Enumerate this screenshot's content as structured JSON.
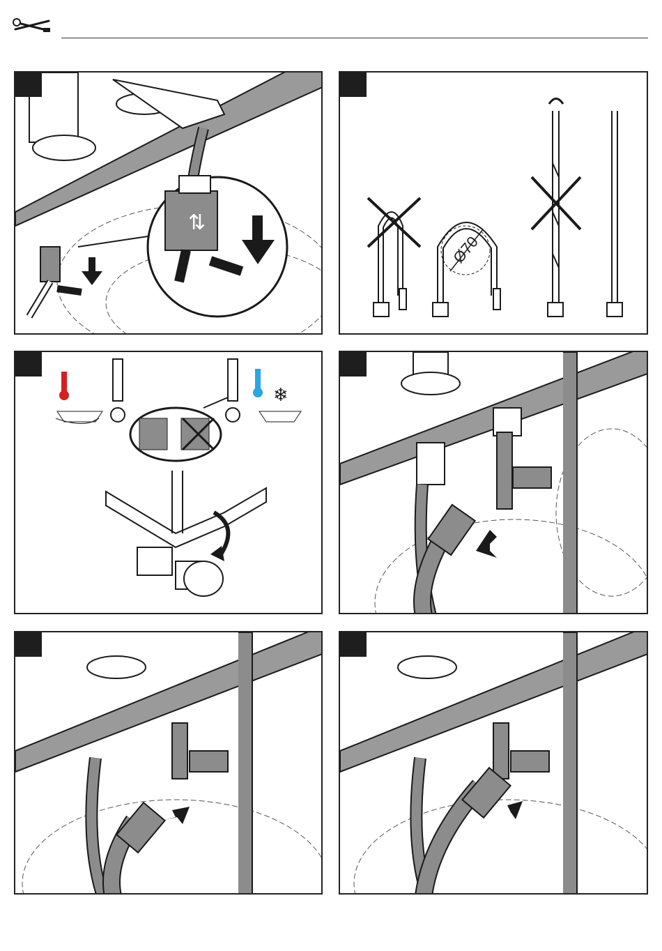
{
  "header": {
    "icon": "wrench-screwdriver-icon"
  },
  "steps": [
    {
      "id": 1,
      "label": ""
    },
    {
      "id": 2,
      "label": "",
      "dimension": "Ø70"
    },
    {
      "id": 3,
      "label": ""
    },
    {
      "id": 4,
      "label": ""
    },
    {
      "id": 5,
      "label": ""
    },
    {
      "id": 6,
      "label": ""
    }
  ],
  "colors": {
    "hose_gray": "#8c8c8c",
    "hot_red": "#d42020",
    "cold_blue": "#2aa6e0",
    "outline": "#1a1a1a",
    "badge": "#1e1e1e"
  }
}
